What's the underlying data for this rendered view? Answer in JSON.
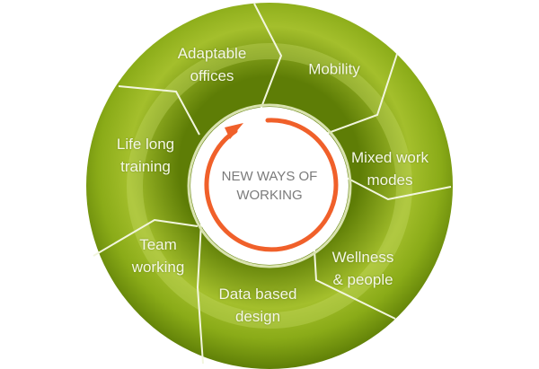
{
  "diagram": {
    "center": {
      "line1": "NEW WAYS OF",
      "line2": "WORKING"
    },
    "segments": [
      {
        "line1": "Adaptable",
        "line2": "offices"
      },
      {
        "line1": "Mobility",
        "line2": ""
      },
      {
        "line1": "Mixed work",
        "line2": "modes"
      },
      {
        "line1": "Wellness",
        "line2": "& people"
      },
      {
        "line1": "Data based",
        "line2": "design"
      },
      {
        "line1": "Team",
        "line2": "working"
      },
      {
        "line1": "Life long",
        "line2": "training"
      }
    ],
    "colors": {
      "ring": "#7a9a12",
      "ring_light": "#a9c234",
      "arrow": "#f0602a",
      "center_text": "#7b7b7b"
    }
  }
}
